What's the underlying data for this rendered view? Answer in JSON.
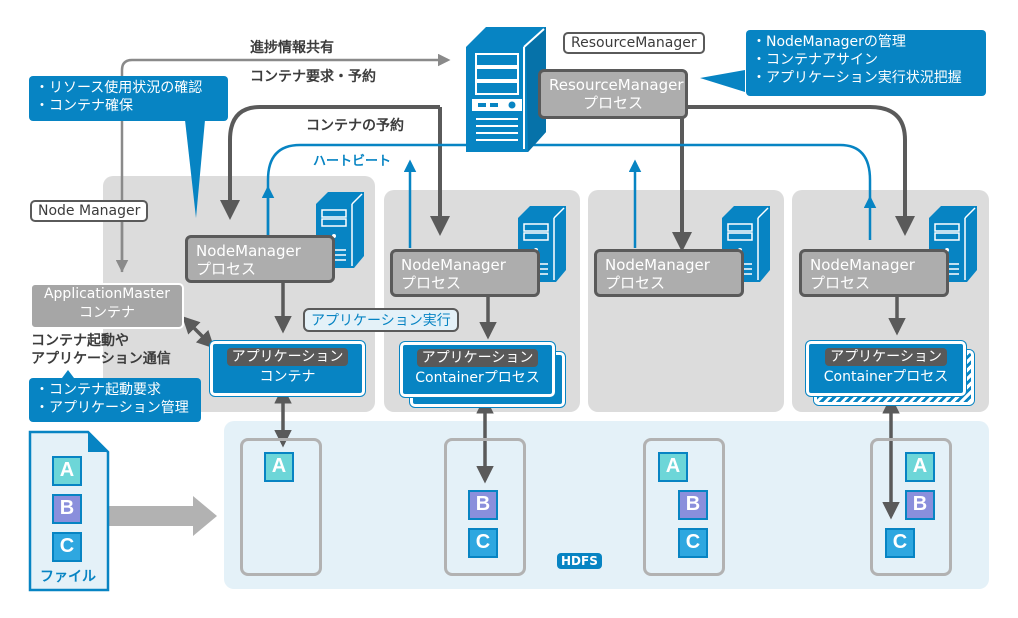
{
  "resource_manager": {
    "label": "ResourceManager",
    "process_line1": "ResourceManager",
    "process_line2": "プロセス",
    "callout": [
      "・NodeManagerの管理",
      "・コンテナアサイン",
      "・アプリケーション実行状況把握"
    ]
  },
  "node_manager": {
    "label": "Node Manager",
    "process_line1": "NodeManager",
    "process_line2": "プロセス",
    "callout": [
      "・リソース使用状況の確認",
      "・コンテナ確保"
    ]
  },
  "application_master": {
    "line1": "ApplicationMaster",
    "line2": "コンテナ",
    "note_line1": "コンテナ起動や",
    "note_line2": "アプリケーション通信",
    "callout": [
      "・コンテナ起動要求",
      "・アプリケーション管理"
    ]
  },
  "arrows": {
    "progress_share": "進捗情報共有",
    "container_request": "コンテナ要求・予約",
    "container_reserve": "コンテナの予約",
    "heartbeat": "ハートビート",
    "app_execution": "アプリケーション実行"
  },
  "containers": {
    "tag": "アプリケーション",
    "app_container_sub": "コンテナ",
    "container_process_sub": "Containerプロセス"
  },
  "hdfs": {
    "badge": "HDFS",
    "file_label": "ファイル",
    "file_blocks": [
      "A",
      "B",
      "C"
    ],
    "datanodes": [
      {
        "blocks": [
          "A"
        ]
      },
      {
        "blocks": [
          "B",
          "C"
        ]
      },
      {
        "blocks": [
          "A",
          "B",
          "C"
        ]
      },
      {
        "blocks": [
          "A",
          "B",
          "C"
        ]
      }
    ]
  },
  "colors": {
    "accent_blue": "#0784c3",
    "dark_gray": "#5a5a5a",
    "process_gray": "#adadad",
    "panel_gray": "#dcdcdc",
    "hdfs_bg": "#e4f1f8",
    "block_a": "#6dd6d8",
    "block_b": "#8a8fdc",
    "block_c": "#2ea7e0"
  }
}
